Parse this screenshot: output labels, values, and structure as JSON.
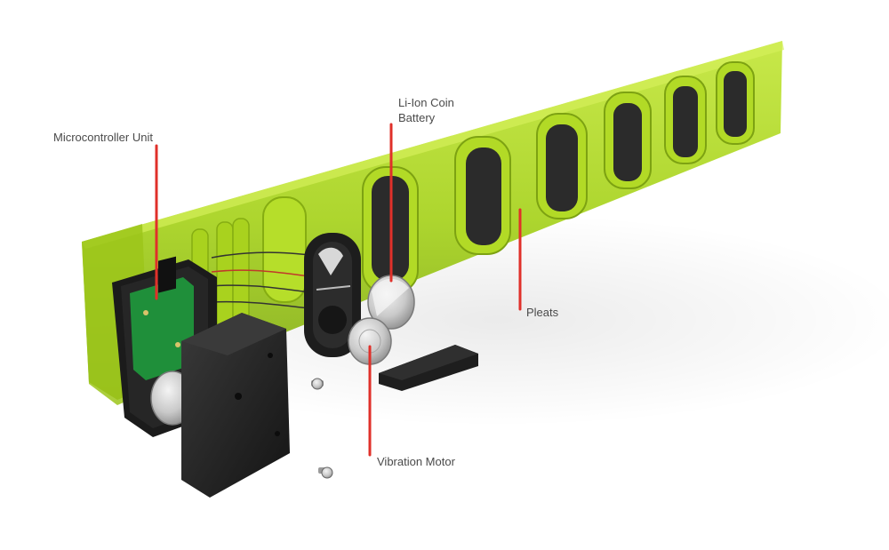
{
  "labels": {
    "microcontroller": "Microcontroller Unit",
    "battery_line1": "Li-Ion Coin",
    "battery_line2": "Battery",
    "pleats": "Pleats",
    "vibration_motor": "Vibration Motor"
  },
  "colors": {
    "band_green": "#a6d21c",
    "band_dark_green": "#7fa814",
    "shell_black": "#1e1e1e",
    "pcb_green": "#1f8f3a",
    "leader_red": "#e0302a",
    "metal": "#c9c9c9",
    "label_text": "#4a4a4a"
  }
}
